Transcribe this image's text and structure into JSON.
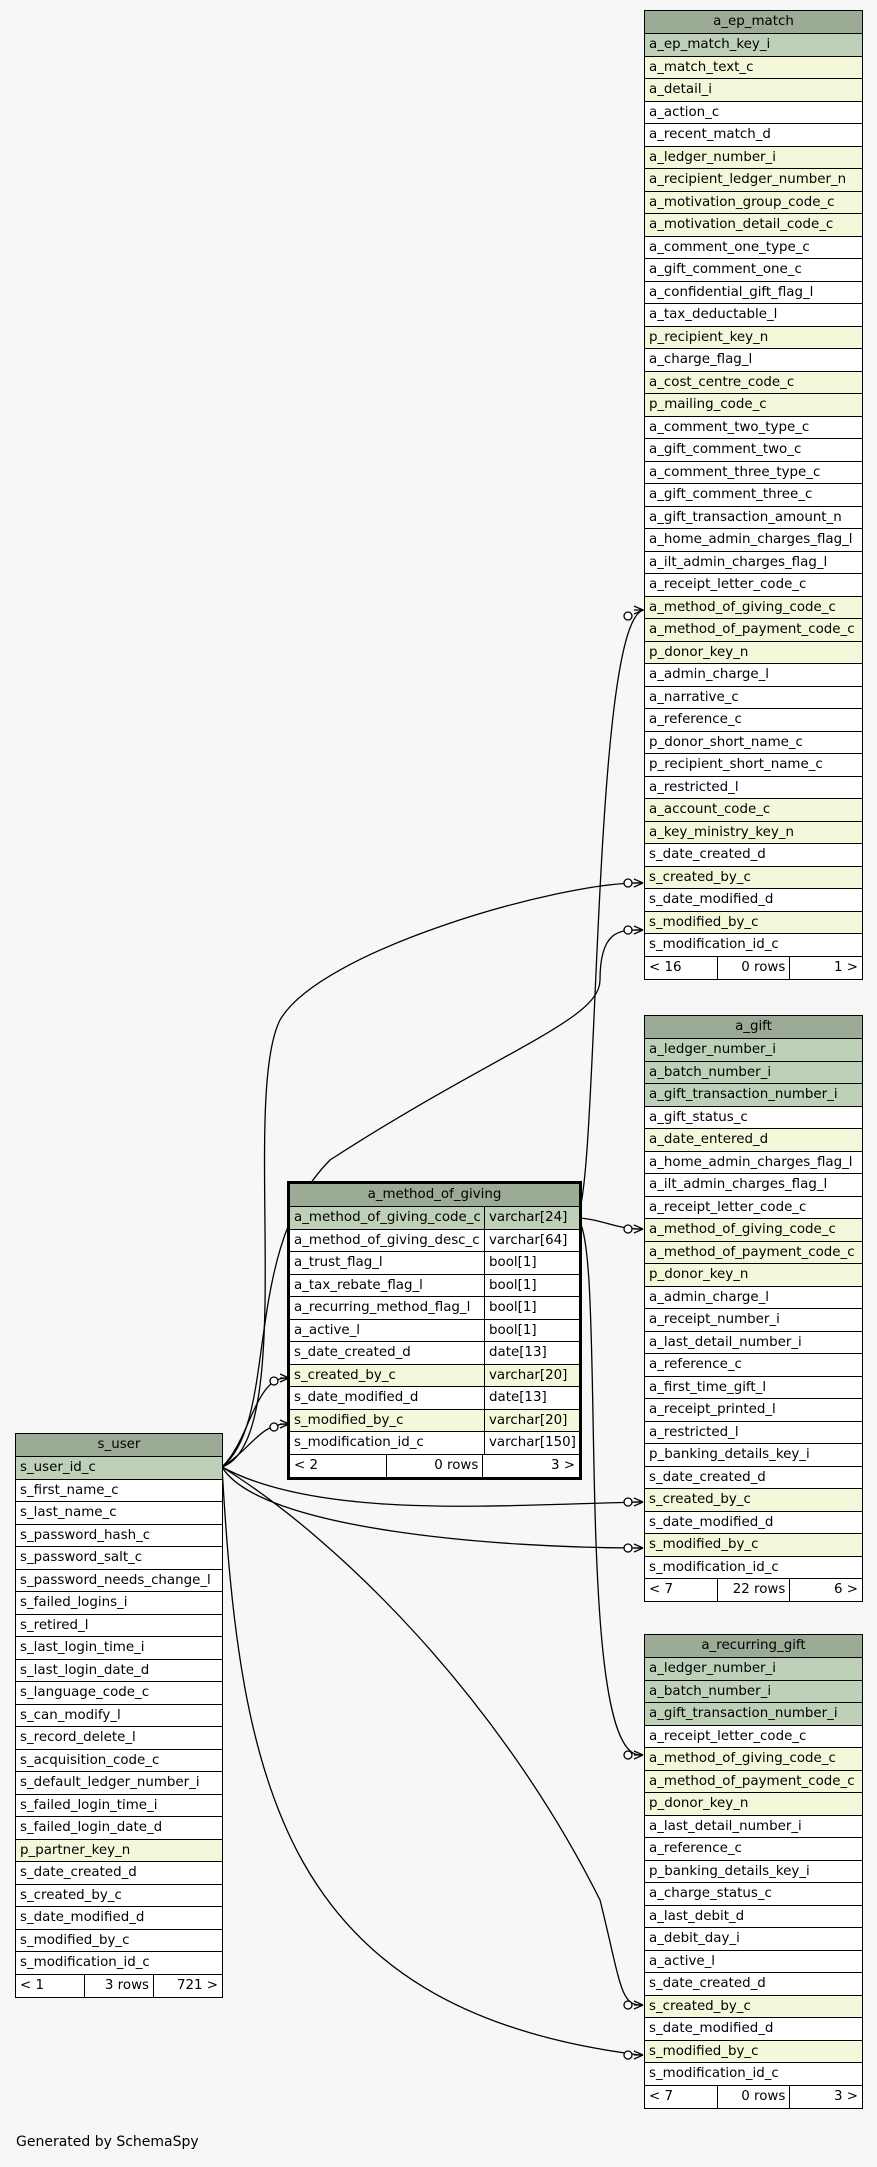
{
  "footer_text": "Generated by SchemaSpy",
  "tables": [
    {
      "id": "a_ep_match",
      "name": "a_ep_match",
      "columns": [
        {
          "name": "a_ep_match_key_i",
          "key": "pk"
        },
        {
          "name": "a_match_text_c",
          "key": "fk"
        },
        {
          "name": "a_detail_i",
          "key": "fk"
        },
        {
          "name": "a_action_c",
          "key": ""
        },
        {
          "name": "a_recent_match_d",
          "key": ""
        },
        {
          "name": "a_ledger_number_i",
          "key": "fk"
        },
        {
          "name": "a_recipient_ledger_number_n",
          "key": "fk"
        },
        {
          "name": "a_motivation_group_code_c",
          "key": "fk"
        },
        {
          "name": "a_motivation_detail_code_c",
          "key": "fk"
        },
        {
          "name": "a_comment_one_type_c",
          "key": ""
        },
        {
          "name": "a_gift_comment_one_c",
          "key": ""
        },
        {
          "name": "a_confidential_gift_flag_l",
          "key": ""
        },
        {
          "name": "a_tax_deductable_l",
          "key": ""
        },
        {
          "name": "p_recipient_key_n",
          "key": "fk"
        },
        {
          "name": "a_charge_flag_l",
          "key": ""
        },
        {
          "name": "a_cost_centre_code_c",
          "key": "fk"
        },
        {
          "name": "p_mailing_code_c",
          "key": "fk"
        },
        {
          "name": "a_comment_two_type_c",
          "key": ""
        },
        {
          "name": "a_gift_comment_two_c",
          "key": ""
        },
        {
          "name": "a_comment_three_type_c",
          "key": ""
        },
        {
          "name": "a_gift_comment_three_c",
          "key": ""
        },
        {
          "name": "a_gift_transaction_amount_n",
          "key": ""
        },
        {
          "name": "a_home_admin_charges_flag_l",
          "key": ""
        },
        {
          "name": "a_ilt_admin_charges_flag_l",
          "key": ""
        },
        {
          "name": "a_receipt_letter_code_c",
          "key": ""
        },
        {
          "name": "a_method_of_giving_code_c",
          "key": "fk"
        },
        {
          "name": "a_method_of_payment_code_c",
          "key": "fk"
        },
        {
          "name": "p_donor_key_n",
          "key": "fk"
        },
        {
          "name": "a_admin_charge_l",
          "key": ""
        },
        {
          "name": "a_narrative_c",
          "key": ""
        },
        {
          "name": "a_reference_c",
          "key": ""
        },
        {
          "name": "p_donor_short_name_c",
          "key": ""
        },
        {
          "name": "p_recipient_short_name_c",
          "key": ""
        },
        {
          "name": "a_restricted_l",
          "key": ""
        },
        {
          "name": "a_account_code_c",
          "key": "fk"
        },
        {
          "name": "a_key_ministry_key_n",
          "key": "fk"
        },
        {
          "name": "s_date_created_d",
          "key": ""
        },
        {
          "name": "s_created_by_c",
          "key": "fk"
        },
        {
          "name": "s_date_modified_d",
          "key": ""
        },
        {
          "name": "s_modified_by_c",
          "key": "fk"
        },
        {
          "name": "s_modification_id_c",
          "key": ""
        }
      ],
      "footer": [
        "< 16",
        "0 rows",
        "1 >"
      ]
    },
    {
      "id": "a_gift",
      "name": "a_gift",
      "columns": [
        {
          "name": "a_ledger_number_i",
          "key": "pk"
        },
        {
          "name": "a_batch_number_i",
          "key": "pk"
        },
        {
          "name": "a_gift_transaction_number_i",
          "key": "pk"
        },
        {
          "name": "a_gift_status_c",
          "key": ""
        },
        {
          "name": "a_date_entered_d",
          "key": "fk"
        },
        {
          "name": "a_home_admin_charges_flag_l",
          "key": ""
        },
        {
          "name": "a_ilt_admin_charges_flag_l",
          "key": ""
        },
        {
          "name": "a_receipt_letter_code_c",
          "key": ""
        },
        {
          "name": "a_method_of_giving_code_c",
          "key": "fk"
        },
        {
          "name": "a_method_of_payment_code_c",
          "key": "fk"
        },
        {
          "name": "p_donor_key_n",
          "key": "fk"
        },
        {
          "name": "a_admin_charge_l",
          "key": ""
        },
        {
          "name": "a_receipt_number_i",
          "key": ""
        },
        {
          "name": "a_last_detail_number_i",
          "key": ""
        },
        {
          "name": "a_reference_c",
          "key": ""
        },
        {
          "name": "a_first_time_gift_l",
          "key": ""
        },
        {
          "name": "a_receipt_printed_l",
          "key": ""
        },
        {
          "name": "a_restricted_l",
          "key": ""
        },
        {
          "name": "p_banking_details_key_i",
          "key": ""
        },
        {
          "name": "s_date_created_d",
          "key": ""
        },
        {
          "name": "s_created_by_c",
          "key": "fk"
        },
        {
          "name": "s_date_modified_d",
          "key": ""
        },
        {
          "name": "s_modified_by_c",
          "key": "fk"
        },
        {
          "name": "s_modification_id_c",
          "key": ""
        }
      ],
      "footer": [
        "< 7",
        "22 rows",
        "6 >"
      ]
    },
    {
      "id": "a_recurring_gift",
      "name": "a_recurring_gift",
      "columns": [
        {
          "name": "a_ledger_number_i",
          "key": "pk"
        },
        {
          "name": "a_batch_number_i",
          "key": "pk"
        },
        {
          "name": "a_gift_transaction_number_i",
          "key": "pk"
        },
        {
          "name": "a_receipt_letter_code_c",
          "key": ""
        },
        {
          "name": "a_method_of_giving_code_c",
          "key": "fk"
        },
        {
          "name": "a_method_of_payment_code_c",
          "key": "fk"
        },
        {
          "name": "p_donor_key_n",
          "key": "fk"
        },
        {
          "name": "a_last_detail_number_i",
          "key": ""
        },
        {
          "name": "a_reference_c",
          "key": ""
        },
        {
          "name": "p_banking_details_key_i",
          "key": ""
        },
        {
          "name": "a_charge_status_c",
          "key": ""
        },
        {
          "name": "a_last_debit_d",
          "key": ""
        },
        {
          "name": "a_debit_day_i",
          "key": ""
        },
        {
          "name": "a_active_l",
          "key": ""
        },
        {
          "name": "s_date_created_d",
          "key": ""
        },
        {
          "name": "s_created_by_c",
          "key": "fk"
        },
        {
          "name": "s_date_modified_d",
          "key": ""
        },
        {
          "name": "s_modified_by_c",
          "key": "fk"
        },
        {
          "name": "s_modification_id_c",
          "key": ""
        }
      ],
      "footer": [
        "< 7",
        "0 rows",
        "3 >"
      ]
    },
    {
      "id": "a_method_of_giving",
      "name": "a_method_of_giving",
      "focus": true,
      "columns": [
        {
          "name": "a_method_of_giving_code_c",
          "type": "varchar[24]",
          "key": "pk"
        },
        {
          "name": "a_method_of_giving_desc_c",
          "type": "varchar[64]",
          "key": ""
        },
        {
          "name": "a_trust_flag_l",
          "type": "bool[1]",
          "key": ""
        },
        {
          "name": "a_tax_rebate_flag_l",
          "type": "bool[1]",
          "key": ""
        },
        {
          "name": "a_recurring_method_flag_l",
          "type": "bool[1]",
          "key": ""
        },
        {
          "name": "a_active_l",
          "type": "bool[1]",
          "key": ""
        },
        {
          "name": "s_date_created_d",
          "type": "date[13]",
          "key": ""
        },
        {
          "name": "s_created_by_c",
          "type": "varchar[20]",
          "key": "fk"
        },
        {
          "name": "s_date_modified_d",
          "type": "date[13]",
          "key": ""
        },
        {
          "name": "s_modified_by_c",
          "type": "varchar[20]",
          "key": "fk"
        },
        {
          "name": "s_modification_id_c",
          "type": "varchar[150]",
          "key": ""
        }
      ],
      "footer": [
        "< 2",
        "0 rows",
        "3 >"
      ]
    },
    {
      "id": "s_user",
      "name": "s_user",
      "columns": [
        {
          "name": "s_user_id_c",
          "key": "pk"
        },
        {
          "name": "s_first_name_c",
          "key": ""
        },
        {
          "name": "s_last_name_c",
          "key": ""
        },
        {
          "name": "s_password_hash_c",
          "key": ""
        },
        {
          "name": "s_password_salt_c",
          "key": ""
        },
        {
          "name": "s_password_needs_change_l",
          "key": ""
        },
        {
          "name": "s_failed_logins_i",
          "key": ""
        },
        {
          "name": "s_retired_l",
          "key": ""
        },
        {
          "name": "s_last_login_time_i",
          "key": ""
        },
        {
          "name": "s_last_login_date_d",
          "key": ""
        },
        {
          "name": "s_language_code_c",
          "key": ""
        },
        {
          "name": "s_can_modify_l",
          "key": ""
        },
        {
          "name": "s_record_delete_l",
          "key": ""
        },
        {
          "name": "s_acquisition_code_c",
          "key": ""
        },
        {
          "name": "s_default_ledger_number_i",
          "key": ""
        },
        {
          "name": "s_failed_login_time_i",
          "key": ""
        },
        {
          "name": "s_failed_login_date_d",
          "key": ""
        },
        {
          "name": "p_partner_key_n",
          "key": "fk"
        },
        {
          "name": "s_date_created_d",
          "key": ""
        },
        {
          "name": "s_created_by_c",
          "key": ""
        },
        {
          "name": "s_date_modified_d",
          "key": ""
        },
        {
          "name": "s_modified_by_c",
          "key": ""
        },
        {
          "name": "s_modification_id_c",
          "key": ""
        }
      ],
      "footer": [
        "< 1",
        "3 rows",
        "721 >"
      ]
    }
  ],
  "relationships": [
    {
      "from": "a_ep_match",
      "from_col": "a_method_of_giving_code_c",
      "to": "a_method_of_giving",
      "to_col": "a_method_of_giving_code_c"
    },
    {
      "from": "a_ep_match",
      "from_col": "s_created_by_c",
      "to": "s_user",
      "to_col": "s_user_id_c"
    },
    {
      "from": "a_ep_match",
      "from_col": "s_modified_by_c",
      "to": "s_user",
      "to_col": "s_user_id_c"
    },
    {
      "from": "a_gift",
      "from_col": "a_method_of_giving_code_c",
      "to": "a_method_of_giving",
      "to_col": "a_method_of_giving_code_c"
    },
    {
      "from": "a_gift",
      "from_col": "s_created_by_c",
      "to": "s_user",
      "to_col": "s_user_id_c"
    },
    {
      "from": "a_gift",
      "from_col": "s_modified_by_c",
      "to": "s_user",
      "to_col": "s_user_id_c"
    },
    {
      "from": "a_recurring_gift",
      "from_col": "a_method_of_giving_code_c",
      "to": "a_method_of_giving",
      "to_col": "a_method_of_giving_code_c"
    },
    {
      "from": "a_recurring_gift",
      "from_col": "s_created_by_c",
      "to": "s_user",
      "to_col": "s_user_id_c"
    },
    {
      "from": "a_recurring_gift",
      "from_col": "s_modified_by_c",
      "to": "s_user",
      "to_col": "s_user_id_c"
    },
    {
      "from": "a_method_of_giving",
      "from_col": "s_created_by_c",
      "to": "s_user",
      "to_col": "s_user_id_c"
    },
    {
      "from": "a_method_of_giving",
      "from_col": "s_modified_by_c",
      "to": "s_user",
      "to_col": "s_user_id_c"
    }
  ]
}
